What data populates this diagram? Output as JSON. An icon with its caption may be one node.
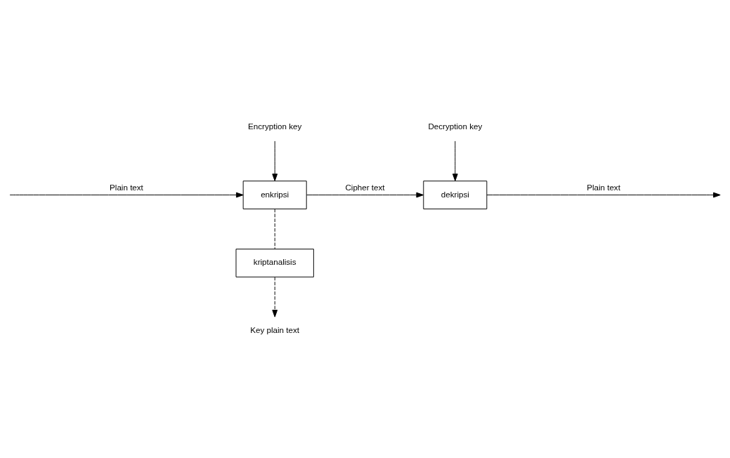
{
  "diagram": {
    "nodes": [
      {
        "text": [
          "Encryption key"
        ]
      },
      {
        "text": [
          "Decryption key"
        ]
      },
      {
        "text": [
          "enkripsi"
        ]
      },
      {
        "text": [
          "dekripsi"
        ]
      },
      {
        "text": [
          "kriptanalisis"
        ]
      },
      {
        "text": [
          "Key plain text"
        ]
      }
    ],
    "edges": [
      {
        "from": 0,
        "to": 2,
        "arrow": "to"
      },
      {
        "from": 1,
        "to": 3,
        "arrow": "to"
      },
      {
        "from": null,
        "to": 2,
        "arrow": "to",
        "label": "Plain text"
      },
      {
        "from": 2,
        "to": 3,
        "arrow": "to",
        "label": "Cipher text"
      },
      {
        "from": 3,
        "to": null,
        "arrow": "to",
        "label": "Plain text"
      },
      {
        "from": 2,
        "to": 4,
        "arrow": "none",
        "style": "dashed"
      },
      {
        "from": 4,
        "to": 5,
        "arrow": "to",
        "style": "dashed"
      }
    ]
  }
}
